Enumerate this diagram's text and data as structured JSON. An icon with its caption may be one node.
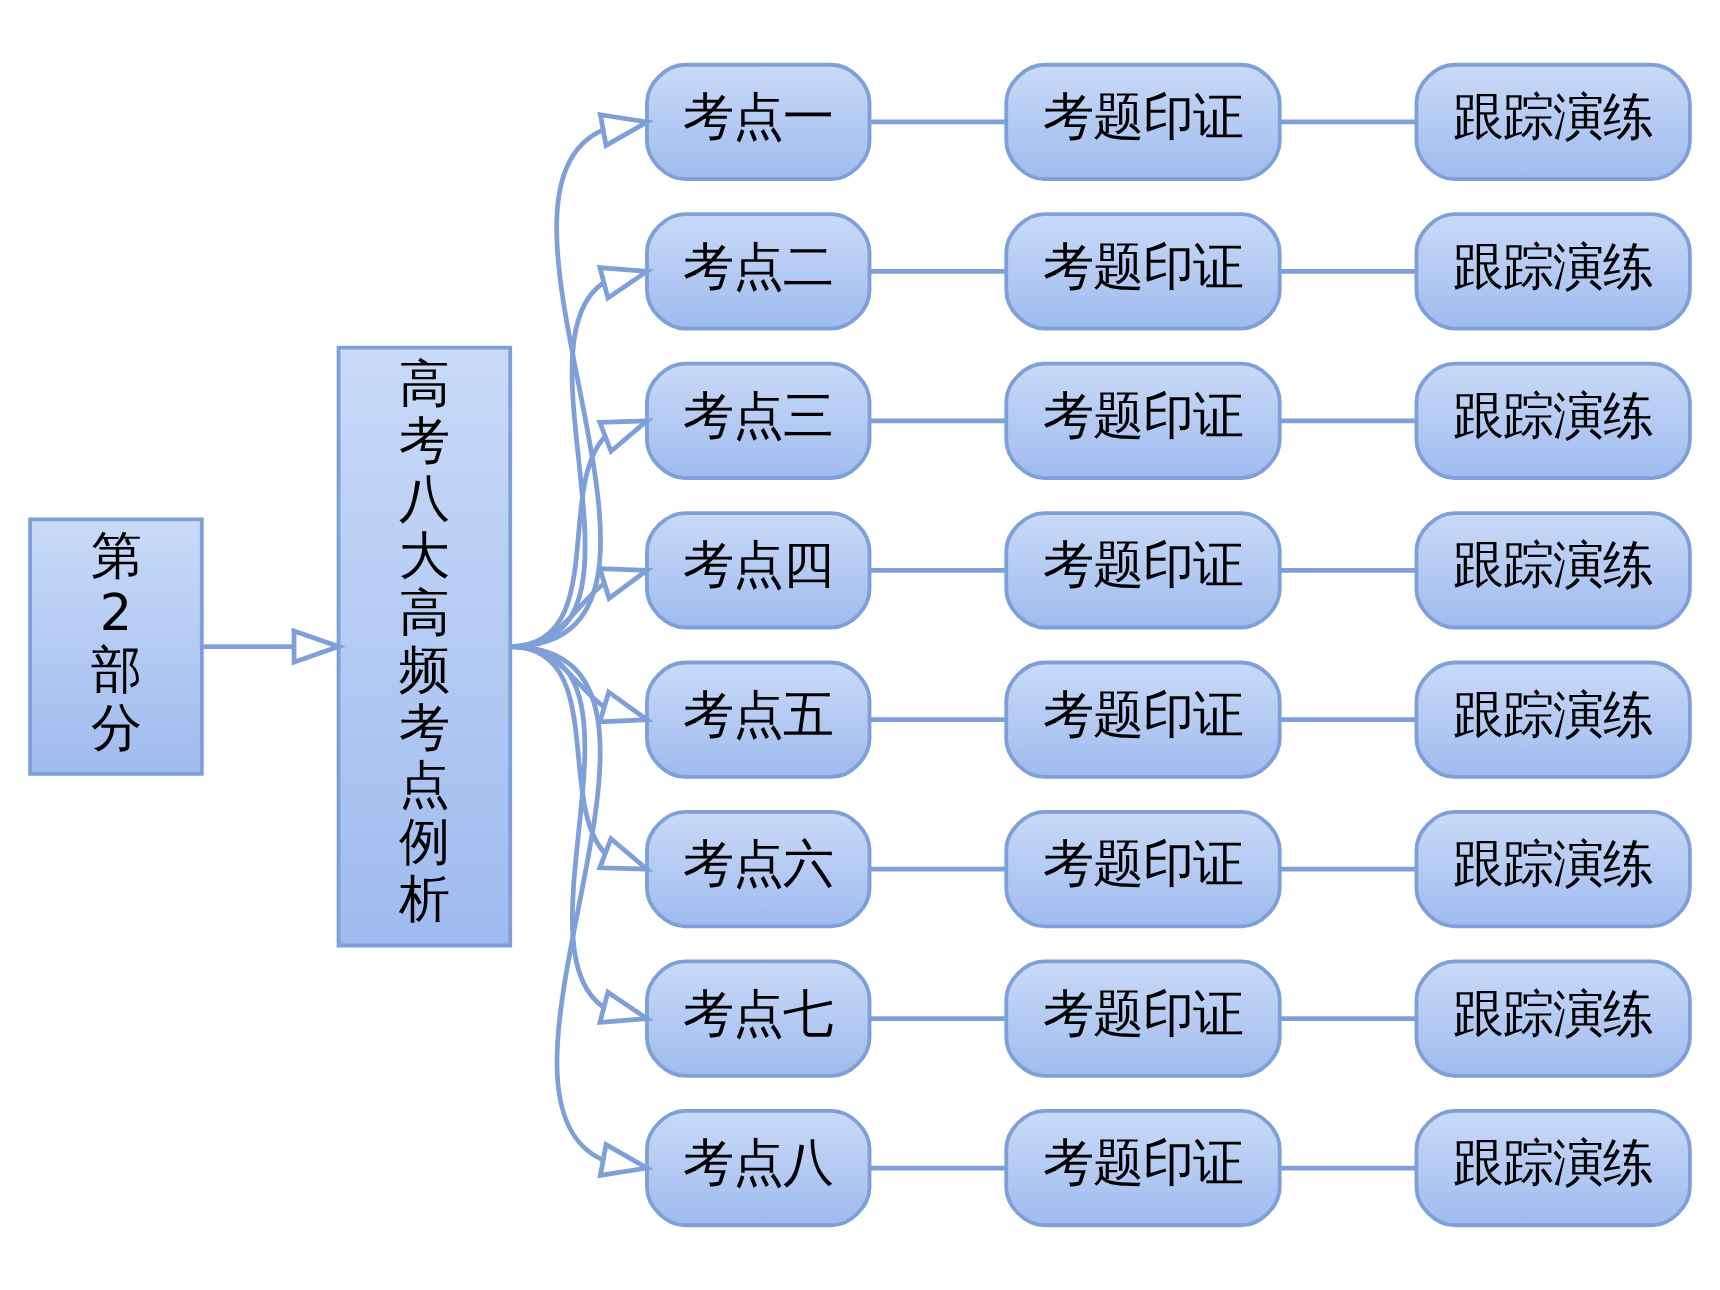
{
  "diagram": {
    "nodes": [
      {
        "text": [
          "第2部分"
        ]
      },
      {
        "text": [
          "高考八大高频考点例析"
        ]
      },
      {
        "text": [
          "考点一"
        ]
      },
      {
        "text": [
          "考题印证"
        ]
      },
      {
        "text": [
          "跟踪演练"
        ]
      },
      {
        "text": [
          "考点二"
        ]
      },
      {
        "text": [
          "考题印证"
        ]
      },
      {
        "text": [
          "跟踪演练"
        ]
      },
      {
        "text": [
          "考点三"
        ]
      },
      {
        "text": [
          "考题印证"
        ]
      },
      {
        "text": [
          "跟踪演练"
        ]
      },
      {
        "text": [
          "考点四"
        ]
      },
      {
        "text": [
          "考题印证"
        ]
      },
      {
        "text": [
          "跟踪演练"
        ]
      },
      {
        "text": [
          "考点五"
        ]
      },
      {
        "text": [
          "考题印证"
        ]
      },
      {
        "text": [
          "跟踪演练"
        ]
      },
      {
        "text": [
          "考点六"
        ]
      },
      {
        "text": [
          "考题印证"
        ]
      },
      {
        "text": [
          "跟踪演练"
        ]
      },
      {
        "text": [
          "考点七"
        ]
      },
      {
        "text": [
          "考题印证"
        ]
      },
      {
        "text": [
          "跟踪演练"
        ]
      },
      {
        "text": [
          "考点八"
        ]
      },
      {
        "text": [
          "考题印证"
        ]
      },
      {
        "text": [
          "跟踪演练"
        ]
      }
    ],
    "edges": [
      {
        "from": 0,
        "to": 1,
        "arrow": "to"
      },
      {
        "from": 1,
        "to": 2,
        "arrow": "to"
      },
      {
        "from": 2,
        "to": 3,
        "arrow": "none"
      },
      {
        "from": 3,
        "to": 4,
        "arrow": "none"
      },
      {
        "from": 1,
        "to": 5,
        "arrow": "to"
      },
      {
        "from": 5,
        "to": 6,
        "arrow": "none"
      },
      {
        "from": 6,
        "to": 7,
        "arrow": "none"
      },
      {
        "from": 1,
        "to": 8,
        "arrow": "to"
      },
      {
        "from": 8,
        "to": 9,
        "arrow": "none"
      },
      {
        "from": 9,
        "to": 10,
        "arrow": "none"
      },
      {
        "from": 1,
        "to": 11,
        "arrow": "to"
      },
      {
        "from": 11,
        "to": 12,
        "arrow": "none"
      },
      {
        "from": 12,
        "to": 13,
        "arrow": "none"
      },
      {
        "from": 1,
        "to": 14,
        "arrow": "to"
      },
      {
        "from": 14,
        "to": 15,
        "arrow": "none"
      },
      {
        "from": 15,
        "to": 16,
        "arrow": "none"
      },
      {
        "from": 1,
        "to": 17,
        "arrow": "to"
      },
      {
        "from": 17,
        "to": 18,
        "arrow": "none"
      },
      {
        "from": 18,
        "to": 19,
        "arrow": "none"
      },
      {
        "from": 1,
        "to": 20,
        "arrow": "to"
      },
      {
        "from": 20,
        "to": 21,
        "arrow": "none"
      },
      {
        "from": 21,
        "to": 22,
        "arrow": "none"
      },
      {
        "from": 1,
        "to": 23,
        "arrow": "to"
      },
      {
        "from": 23,
        "to": 24,
        "arrow": "none"
      },
      {
        "from": 24,
        "to": 25,
        "arrow": "none"
      }
    ]
  }
}
